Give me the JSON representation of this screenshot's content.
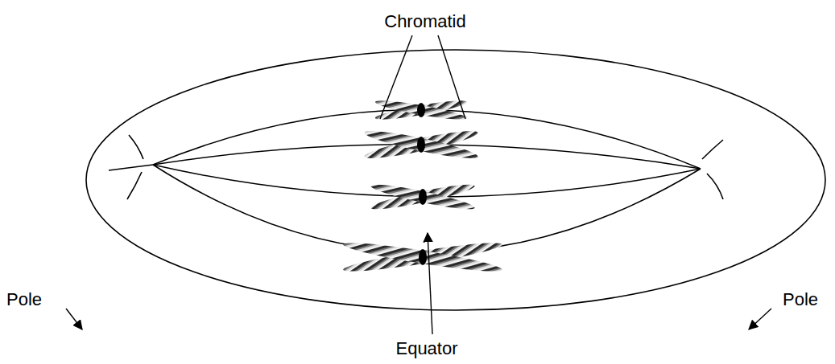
{
  "diagram": {
    "labels": [
      "Chromatid",
      "Pole",
      "Pole",
      "Equator"
    ]
  }
}
